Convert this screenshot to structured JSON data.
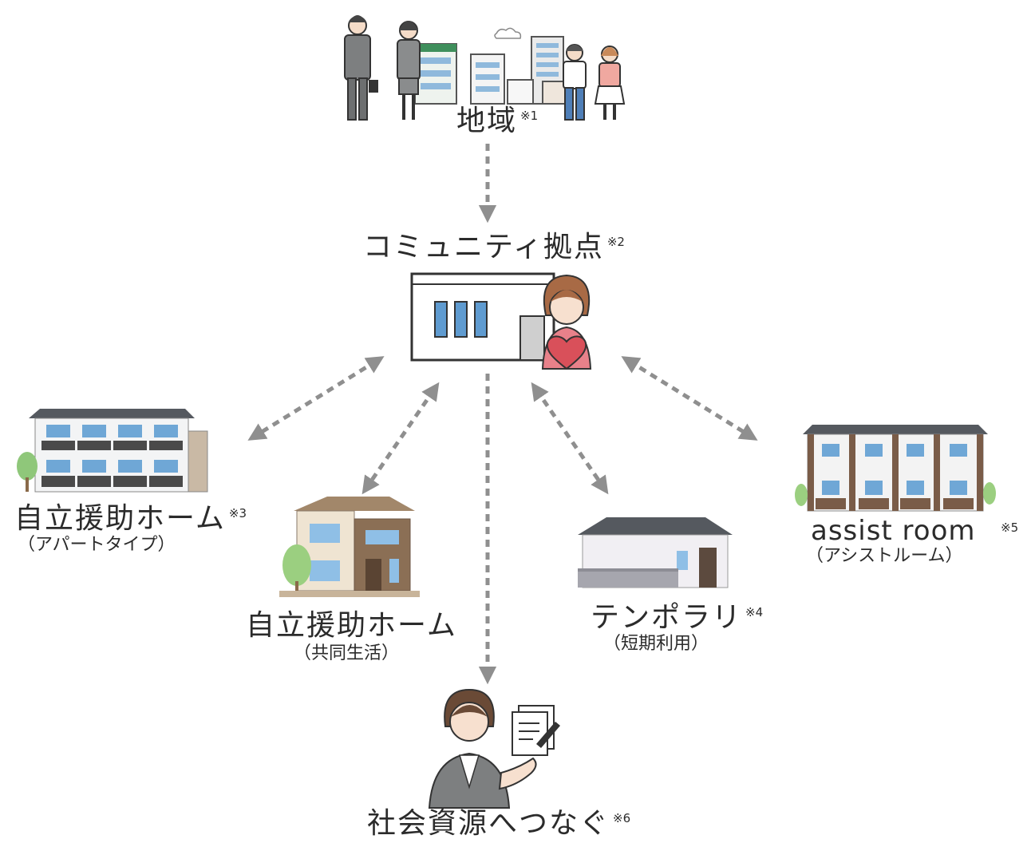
{
  "nodes": {
    "region": {
      "label": "地域",
      "note": "※1"
    },
    "hub": {
      "label": "コミュニティ拠点",
      "note": "※2"
    },
    "apartment": {
      "label": "自立援助ホーム",
      "note": "※3",
      "sub": "（アパートタイプ）"
    },
    "group_home": {
      "label": "自立援助ホーム",
      "sub": "（共同生活）"
    },
    "temporary": {
      "label": "テンポラリ",
      "note": "※4",
      "sub": "（短期利用）"
    },
    "assist_room": {
      "label": "assist room",
      "note": "※5",
      "sub": "（アシストルーム）"
    },
    "social": {
      "label": "社会資源へつなぐ",
      "note": "※6"
    }
  },
  "colors": {
    "arrow": "#8f8f8f",
    "roof": "#55595f",
    "window": "#6fa7d6",
    "heart": "#d9505a",
    "shirt": "#e8818a",
    "suit": "#7d7f80"
  }
}
